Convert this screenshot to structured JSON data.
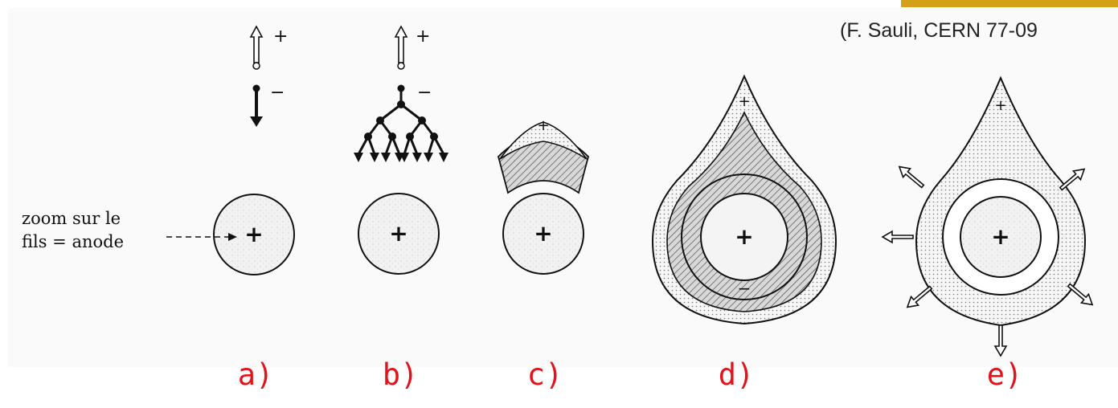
{
  "credit": "(F. Sauli, CERN 77-09",
  "zoom_label": {
    "line1": "zoom sur le",
    "line2": "fils = anode"
  },
  "symbols": {
    "plus": "+",
    "minus": "−"
  },
  "panels": [
    {
      "id": "a",
      "label": "a)"
    },
    {
      "id": "b",
      "label": "b)"
    },
    {
      "id": "c",
      "label": "c)"
    },
    {
      "id": "d",
      "label": "d)"
    },
    {
      "id": "e",
      "label": "e)"
    }
  ],
  "colors": {
    "accent": "#d4a017",
    "label_red": "#e2131a",
    "line": "#111111",
    "shading": "#ececec"
  }
}
